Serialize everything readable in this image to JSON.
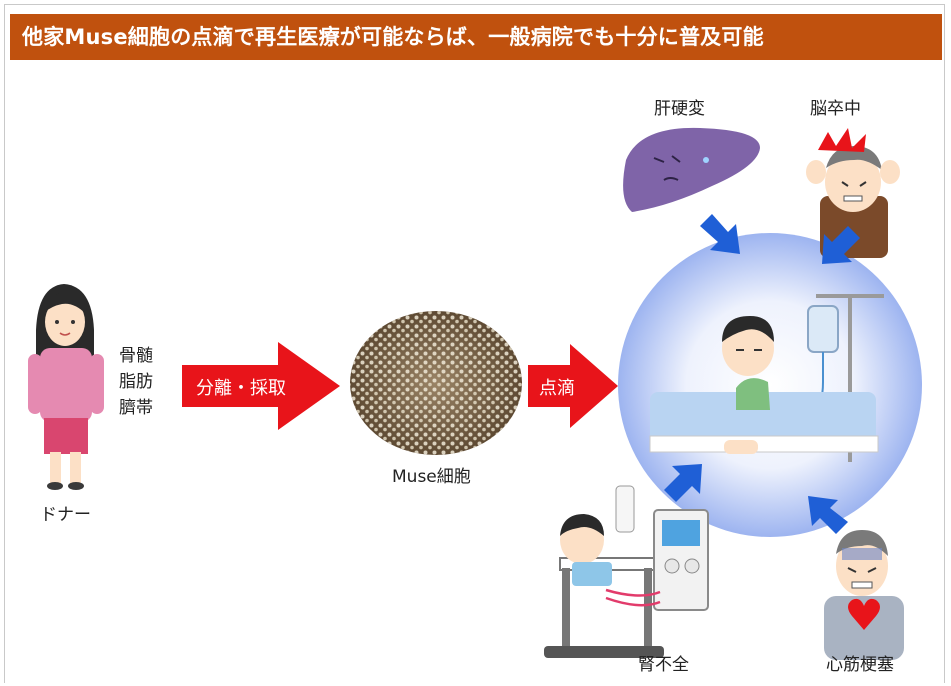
{
  "title": "他家Muse細胞の点滴で再生医療が可能ならば、一般病院でも十分に普及可能",
  "donor": {
    "label": "ドナー"
  },
  "sources": [
    "骨髄",
    "脂肪",
    "臍帯"
  ],
  "arrow_separation": {
    "label": "分離・採取"
  },
  "cells": {
    "label": "Muse細胞"
  },
  "arrow_infusion": {
    "label": "点滴"
  },
  "diseases": {
    "cirrhosis": "肝硬変",
    "stroke": "脳卒中",
    "renal_failure": "腎不全",
    "myocardial_infarction": "心筋梗塞"
  },
  "colors": {
    "title_bg": "#c0510e",
    "red_arrow": "#e8141a",
    "blue_arrow": "#1f5fd6",
    "circle": "#b9c9f5"
  }
}
